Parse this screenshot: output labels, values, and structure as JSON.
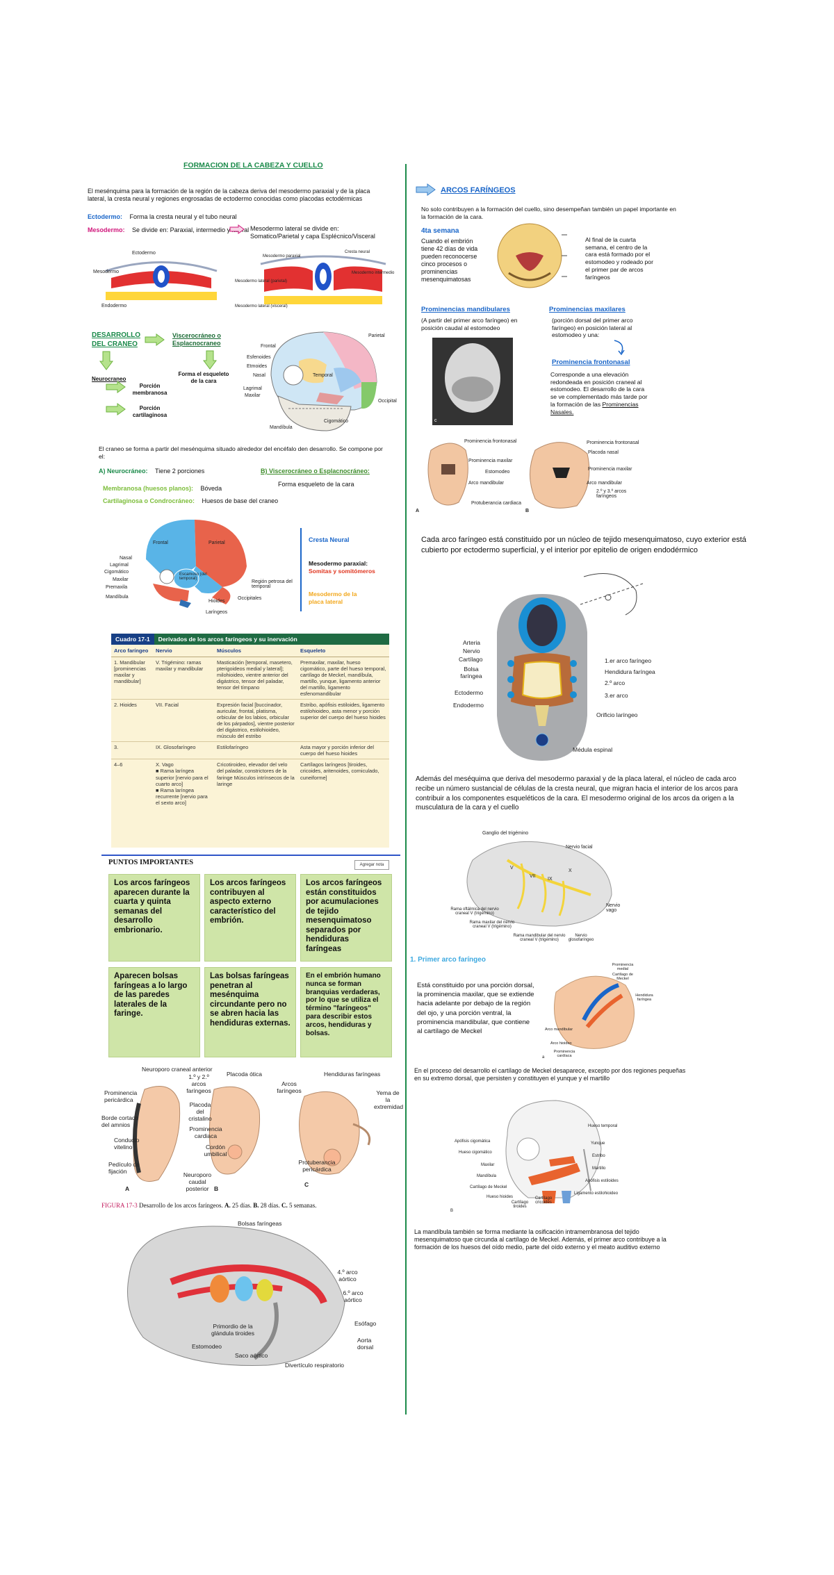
{
  "left": {
    "title": "FORMACION DE LA CABEZA Y CUELLO",
    "intro": "El mesénquima para la formación de la región de la cabeza deriva del mesodermo paraxial y de la placa lateral, la cresta neural y regiones engrosadas de ectodermo conocidas como placodas ectodérmicas",
    "ectodermo_label": "Ectodermo:",
    "ectodermo_text": "Forma la cresta neural y el tubo neural",
    "mesodermo_label": "Mesodermo:",
    "mesodermo_text": "Se divide en: Paraxial, intermedio y lateral",
    "mesodermo_lateral": "Mesodermo lateral se divide en: Somatico/Parietal y capa Esplécnico/Visceral",
    "fig1_labels": [
      "Ectodermo",
      "Mesodermo",
      "Endodermo"
    ],
    "fig2_labels": [
      "Mesodermo paraxial",
      "Cresta neural",
      "Mesodermo intermedio",
      "Mesodermo lateral (parietal)",
      "Mesodermo lateral (visceral)"
    ],
    "desarrollo": "DESARROLLO DEL CRANEO",
    "viscerocraneo": "Viscerocráneo o Esplacnocraneo",
    "neurocraneo": "Neurocraneo",
    "forma_esqueleto": "Forma el esqueleto de la cara",
    "porcion_membranosa": "Porción membranosa",
    "porcion_cartilaginosa": "Porción cartilaginosa",
    "skull_labels": [
      "Parietal",
      "Frontal",
      "Esfenoides",
      "Etmoides",
      "Nasal",
      "Temporal",
      "Lagrimal",
      "Maxilar",
      "Occipital",
      "Cigomático",
      "Mandíbula"
    ],
    "craneo_text": "El craneo se forma a partir del mesénquima situado alrededor del encéfalo den desarrollo. Se compone por el:",
    "a_neuro": "A) Neurocráneo:",
    "a_neuro_text": "Tiene 2 porciones",
    "b_visc": "B) Viscerocráneo o Esplacnocráneo:",
    "b_visc_text": "Forma esqueleto de la cara",
    "membranosa": "Membranosa (huesos planos):",
    "membranosa_text": "Bóveda",
    "cartilaginosa": "Cartilaginosa o Condrocráneo:",
    "cartilaginosa_text": "Huesos de base del craneo",
    "skull2_labels": [
      "Frontal",
      "Parietal",
      "Nasal",
      "Lagrimal",
      "Cigomático",
      "Maxilar",
      "Premaxila",
      "Mandíbula",
      "Escamoso (del temporal)",
      "Región petrosa del temporal",
      "Occipitales",
      "Hioides",
      "Laríngeos"
    ],
    "legend_cresta": "Cresta Neural",
    "legend_meso_a": "Mesodermo paraxial:",
    "legend_meso_b": "Somitas y somitómeros",
    "legend_placa": "Mesodermo de la placa lateral",
    "table": {
      "num": "Cuadro 17-1",
      "title": "Derivados de los arcos faríngeos y su inervación",
      "headers": [
        "Arco faríngeo",
        "Nervio",
        "Músculos",
        "Esqueleto"
      ],
      "rows": [
        [
          "1. Mandibular [prominencias maxilar y mandibular]",
          "V. Trigémino: ramas maxilar y mandibular",
          "Masticación [temporal, masetero, pterigoideos medial y lateral]; milohioideo, vientre anterior del digástrico, tensor del paladar, tensor del tímpano",
          "Premaxilar, maxilar, hueso cigomático, parte del hueso temporal, cartílago de Meckel, mandíbula, martillo, yunque, ligamento anterior del martillo, ligamento esfenomandibular"
        ],
        [
          "2. Hioides",
          "VII. Facial",
          "Expresión facial [buccinador, auricular, frontal, platisma, orbicular de los labios, orbicular de los párpados], vientre posterior del digástrico, estilohioideo, músculo del estribo",
          "Estribo, apófisis estiloides, ligamento estilohioideo, asta menor y porción superior del cuerpo del hueso hioides"
        ],
        [
          "3.",
          "IX. Glosofaríngeo",
          "Estilofaríngeo",
          "Asta mayor y porción inferior del cuerpo del hueso hioides"
        ],
        [
          "4–6",
          "X. Vago\n■ Rama laríngea superior [nervio para el cuarto arco]\n■ Rama laríngea recurrente [nervio para el sexto arco]",
          "Cricotiroideo, elevador del velo del paladar, constrictores de la faringe Músculos intrínsecos de la laringe",
          "Cartílagos laríngeos [tiroides, cricoides, aritenoides, corniculado, cuneiforme]"
        ]
      ]
    },
    "puntos_title": "PUNTOS IMPORTANTES",
    "puntos_button": "Agregar nota",
    "cells": [
      "Los arcos faríngeos aparecen durante la cuarta y quinta semanas del desarrollo embrionario.",
      "Los arcos faríngeos contribuyen al aspecto externo característico del embrión.",
      "Los arcos faríngeos están constituidos por acumulaciones de tejido mesenquimatoso separados por hendiduras faríngeas",
      "Aparecen bolsas faríngeas a lo largo de las paredes laterales de la faringe.",
      "Las bolsas faríngeas penetran al mesénquima circundante pero no se abren hacia las hendiduras externas.",
      "En el embrión humano nunca se forman branquias verdaderas, por lo que se utiliza el término \"faríngeos\" para describir estos arcos, hendiduras y bolsas."
    ],
    "fig173_labels": [
      "Neuroporo craneal anterior",
      "1.º y 2.º arcos faríngeos",
      "Prominencia pericárdica",
      "Placoda del cristalino",
      "Borde cortado del amnios",
      "Conducto vitelino",
      "Pedículo de fijación",
      "Neuroporo caudal posterior",
      "Placoda ótica",
      "Arcos faríngeos",
      "Prominencia cardiaca",
      "Cordón umbilical",
      "Hendiduras faríngeas",
      "Yema de la extremidad",
      "Protuberancia pericárdica",
      "A",
      "B",
      "C"
    ],
    "fig173_caption_a": "FIGURA 17-3",
    "fig173_caption_b": " Desarrollo de los arcos faríngeos. ",
    "fig173_caption_c": "A.",
    "fig173_caption_d": " 25 días. ",
    "fig173_caption_e": "B.",
    "fig173_caption_f": " 28 días. ",
    "fig173_caption_g": "C.",
    "fig173_caption_h": " 5 semanas.",
    "bolsas_labels": [
      "Bolsas faríngeas",
      "4.º arco aórtico",
      "6.º arco aórtico",
      "Esófago",
      "Aorta dorsal",
      "Primordio de la glándula tiroides",
      "Estomodeo",
      "Saco aórtico",
      "Divertículo respiratorio"
    ]
  },
  "right": {
    "title": "ARCOS FARÍNGEOS",
    "intro": "No solo contribuyen a la formación del cuello, sino desempeñan también un papel importante en la formación de la cara.",
    "semana_title": "4ta semana",
    "semana_text": "Cuando el embrión tiene 42 días de vida pueden reconocerse cinco procesos o prominencias mesenquimatosas",
    "cuarta_text": "Al final de la cuarta semana, el centro de la cara está formado por el estomodeo y rodeado por el primer par de arcos faríngeos",
    "mand_title": "Prominencias mandibulares",
    "mand_text": "(A partir del primer arco faríngeo) en posición caudal al estomodeo",
    "max_title": "Prominencias maxilares",
    "max_text": "(porción dorsal del primer arco faríngeo) en posición lateral al estomodeo y una:",
    "front_title": "Prominencia frontonasal",
    "front_text_a": "Corresponde a una elevación redondeada en posición craneal al estomodeo. El desarrollo de la cara se ve complementado más tarde por la formación de las ",
    "front_text_b": "Prominencias Nasales.",
    "photo_letter": "c",
    "embryo_labels": [
      "Prominencia frontonasal",
      "Prominencia maxilar",
      "Estomodeo",
      "Arco mandibular",
      "Protuberancia cardiaca",
      "Prominencia frontonasal",
      "Placoda nasal",
      "Prominencia maxilar",
      "Arco mandibular",
      "2.º y 3.º arcos faríngeos",
      "A",
      "B"
    ],
    "cada_arco": "Cada arco faríngeo está constituido por un núcleo de tejido mesenquimatoso, cuyo exterior está cubierto por ectodermo superficial, y el interior por epitelio de origen endodérmico",
    "cross_labels": [
      "Arteria",
      "Nervio",
      "Cartílago",
      "Bolsa faríngea",
      "Ectodermo",
      "Endodermo",
      "1.er arco faríngeo",
      "Hendidura faríngea",
      "2.º arco",
      "3.er arco",
      "Orificio laríngeo",
      "Médula espinal"
    ],
    "ademas": "Además del meséquima que deriva del mesodermo paraxial y de la placa lateral, el núcleo de cada arco recibe un número sustancial de células de la cresta neural, que migran hacia el interior de los arcos para contribuir a los componentes esqueléticos de la cara. El mesodermo original de los arcos da origen a la musculatura de la cara y el cuello",
    "nerve_labels": [
      "Ganglio del trigémino",
      "Nervio facial",
      "Rama oftálmica del nervio craneal V (trigémino)",
      "Rama maxilar del nervio craneal V (trigémino)",
      "Rama mandibular del nervio craneal V (trigémino)",
      "Nervio glosofaríngeo",
      "Nervio vago",
      "V",
      "VII",
      "IX",
      "X"
    ],
    "primer_title": "1. Primer arco faríngeo",
    "primer_text": "Está constituido por una porción dorsal, la prominencia maxilar, que se extiende hacia adelante por debajo de la región del ojo, y una porción ventral, la prominencia mandibular, que contiene al cartílago de Meckel",
    "primer_fig_labels": [
      "Prominencia medial",
      "Cartílago de Meckel",
      "Hendidura faríngea",
      "Arco mandibular",
      "Arco hioideo",
      "Prominencia cardíaca",
      "a"
    ],
    "meckel_text": "En el proceso del desarrollo el cartílago de Meckel desaparece, excepto por dos regiones pequeñas en su extremo dorsal, que persisten y constituyen el yunque y el martillo",
    "bone_labels": [
      "Hueso temporal",
      "Yunque",
      "Estribo",
      "Martillo",
      "Apófisis estiloides",
      "Ligamento estilohioideo",
      "Apófisis cigomática",
      "Hueso cigomático",
      "Maxilar",
      "Mandíbula",
      "Cartílago de Meckel",
      "Hueso hioides",
      "Cartílago tiroides",
      "Cartílago cricoides",
      "B"
    ],
    "mandibula_text": "La mandíbula también se forma mediante la osificación intramembranosa del tejido mesenquimatoso que circunda al cartílago de Meckel. Además, el primer arco contribuye a la formación de los huesos del oído medio, parte del oído externo y el meato auditivo externo"
  },
  "colors": {
    "green": "#1b8a4a",
    "blue": "#1a66c9",
    "magenta": "#d0177b",
    "cell": "#cfe5a8",
    "table_head": "#1f6b43"
  }
}
